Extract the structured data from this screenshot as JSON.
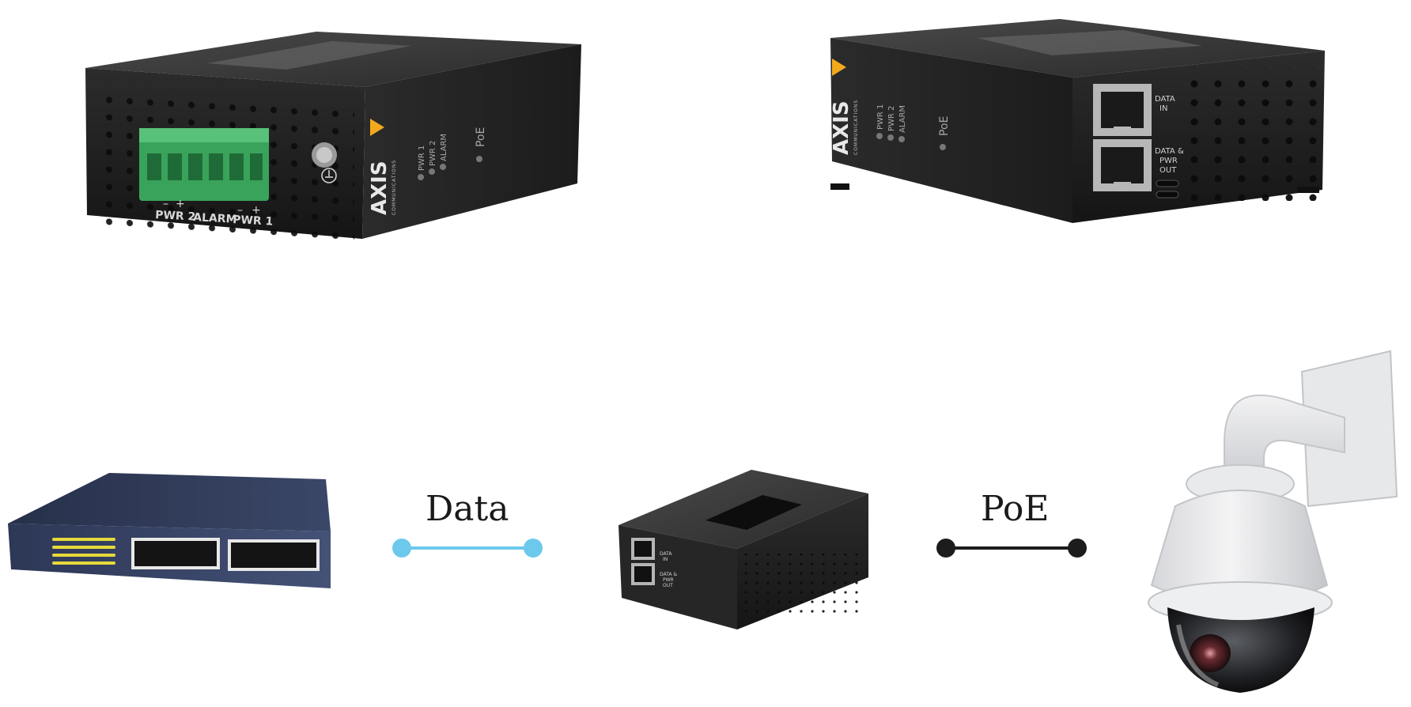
{
  "injector_front": {
    "brand": "AXIS",
    "brand_sub": "COMMUNICATIONS",
    "led_labels": [
      "PWR 1",
      "PWR 2",
      "ALARM"
    ],
    "poe_led_label": "PoE",
    "terminal_labels": [
      "PWR 2",
      "ALARM",
      "PWR 1"
    ],
    "polarity_marks": [
      "–",
      "+",
      "–",
      "+"
    ]
  },
  "injector_back": {
    "brand": "AXIS",
    "brand_sub": "COMMUNICATIONS",
    "led_labels": [
      "PWR 1",
      "PWR 2",
      "ALARM"
    ],
    "poe_led_label": "PoE",
    "port_in_label": [
      "DATA",
      "IN"
    ],
    "port_out_label": [
      "DATA &",
      "PWR",
      "OUT"
    ]
  },
  "diagram": {
    "link_data_label": "Data",
    "link_poe_label": "PoE",
    "link_data_color": "#6cc9ec",
    "link_poe_color": "#1c1c1c",
    "mini_injector_port_in_label": [
      "DATA",
      "IN"
    ],
    "mini_injector_port_out_label": [
      "DATA &",
      "PWR",
      "OUT"
    ]
  }
}
